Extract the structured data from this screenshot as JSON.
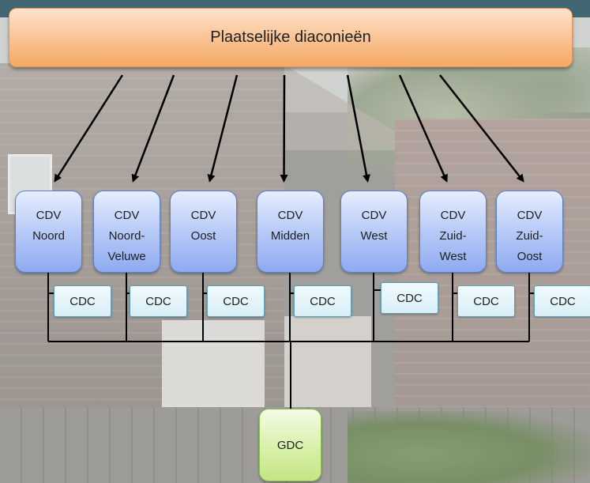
{
  "top": {
    "label": "Plaatselijke diaconieën"
  },
  "cdv": [
    {
      "lines": [
        "CDV",
        "Noord"
      ]
    },
    {
      "lines": [
        "CDV",
        "Noord-",
        "Veluwe"
      ]
    },
    {
      "lines": [
        "CDV",
        "Oost"
      ]
    },
    {
      "lines": [
        "CDV",
        "Midden"
      ]
    },
    {
      "lines": [
        "CDV",
        "West"
      ]
    },
    {
      "lines": [
        "CDV",
        "Zuid-",
        "West"
      ]
    },
    {
      "lines": [
        "CDV",
        "Zuid-",
        "Oost"
      ]
    }
  ],
  "cdc": [
    "CDC",
    "CDC",
    "CDC",
    "CDC",
    "CDC",
    "CDC",
    "CDC"
  ],
  "gdc": {
    "label": "GDC"
  }
}
